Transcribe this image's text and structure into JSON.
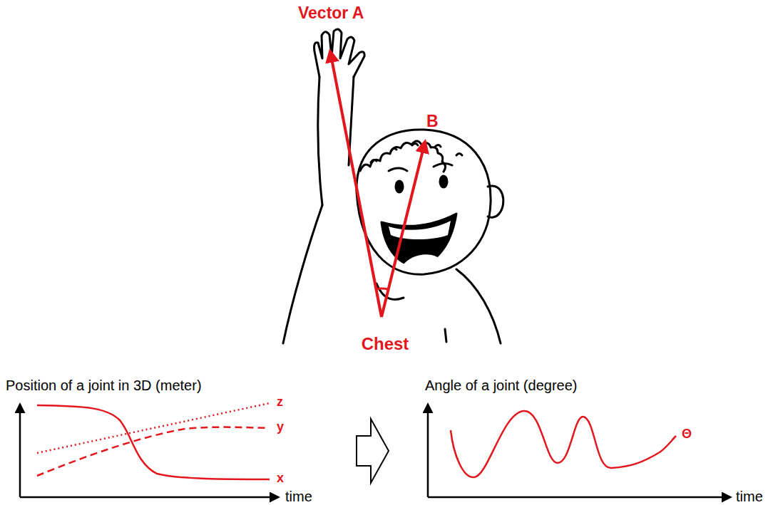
{
  "diagram": {
    "labels": [
      "Vector A",
      "B",
      "Chest",
      "Position of a joint in 3D (meter)",
      "time",
      "z",
      "y",
      "x",
      "Angle of a joint (degree)",
      "time",
      "Θ"
    ]
  }
}
